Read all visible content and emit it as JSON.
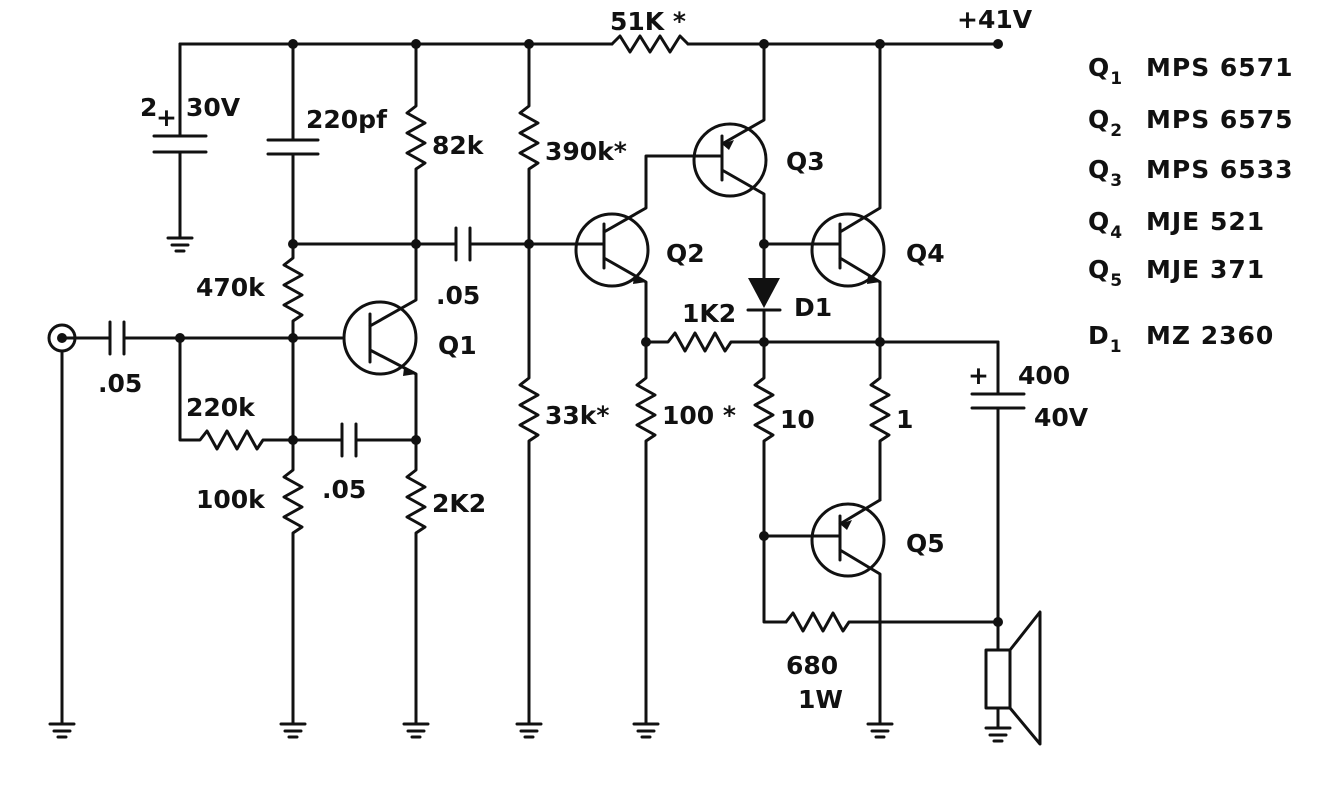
{
  "supply": "+41V",
  "labels": {
    "c_in": ".05",
    "c_bypass_v": "30V",
    "c_bypass_c": "2",
    "c_bypass_plus": "+",
    "c_220pf": "220pf",
    "r_82k": "82k",
    "r_390k": "390k*",
    "r_51k": "51K *",
    "r_470k": "470k",
    "r_220k": "220k",
    "r_100k": "100k",
    "r_2k2": "2K2",
    "c_q1_coll": ".05",
    "c_q1_emit": ".05",
    "r_33k": "33k*",
    "r_100": "100 *",
    "r_1k2": "1K2",
    "r_10": "10",
    "r_1": "1",
    "r_680": "680",
    "r_680_w": "1W",
    "c_out_val": "400",
    "c_out_v": "40V",
    "c_out_plus": "+",
    "q1": "Q1",
    "q2": "Q2",
    "q3": "Q3",
    "q4": "Q4",
    "q5": "Q5",
    "d1": "D1"
  },
  "parts_list": [
    {
      "ref": "Q",
      "sub": "1",
      "part": "MPS 6571"
    },
    {
      "ref": "Q",
      "sub": "2",
      "part": "MPS 6575"
    },
    {
      "ref": "Q",
      "sub": "3",
      "part": "MPS 6533"
    },
    {
      "ref": "Q",
      "sub": "4",
      "part": "MJE 521"
    },
    {
      "ref": "Q",
      "sub": "5",
      "part": "MJE 371"
    },
    {
      "ref": "D",
      "sub": "1",
      "part": "MZ 2360"
    }
  ]
}
